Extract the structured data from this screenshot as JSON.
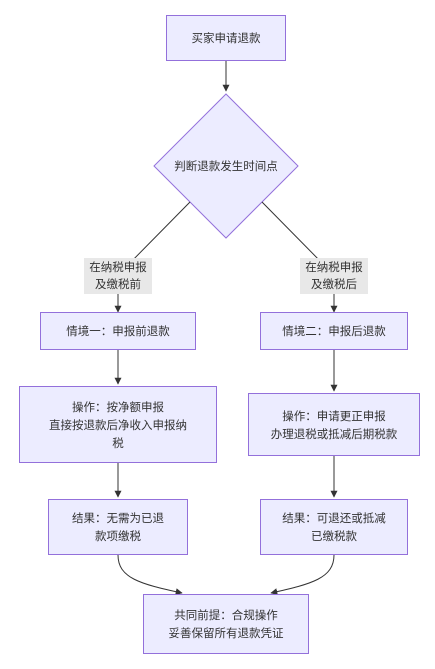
{
  "nodes": {
    "start": "买家申请退款",
    "decision": "判断退款发生时间点",
    "case1": "情境一：申报前退款",
    "case2": "情境二：申报后退款",
    "op1": "操作：按净额申报\n直接按退款后净收入申报纳\n税",
    "op2": "操作：申请更正申报\n办理退税或抵减后期税款",
    "res1": "结果：无需为已退\n款项缴税",
    "res2": "结果：可退还或抵减\n已缴税款",
    "common": "共同前提：合规操作\n妥善保留所有退款凭证"
  },
  "edges": {
    "left_label": "在纳税申报\n及缴税前",
    "right_label": "在纳税申报\n及缴税后"
  },
  "colors": {
    "node_fill": "#ececff",
    "node_stroke": "#9370db",
    "edge": "#333333",
    "label_bg": "#e8e8e8"
  }
}
